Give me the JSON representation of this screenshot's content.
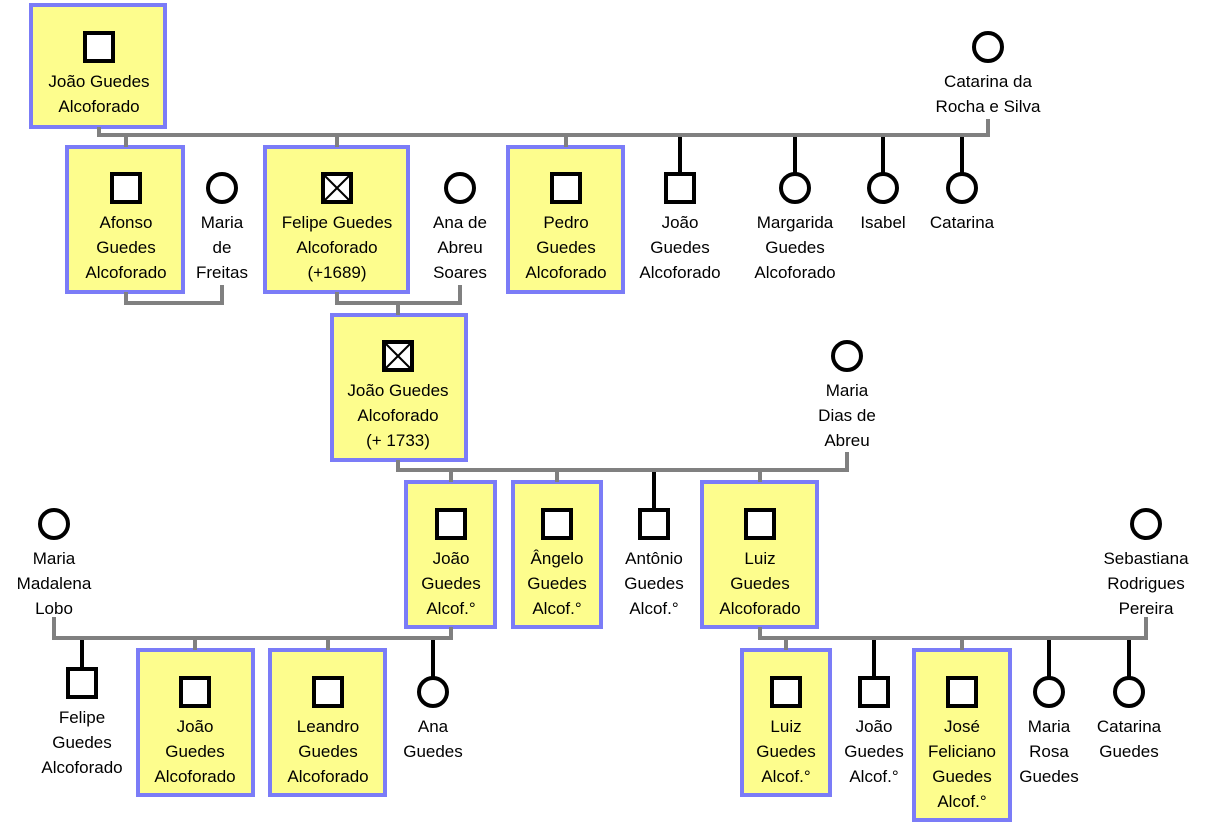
{
  "people": {
    "joao_guedes_alcoforado_1": [
      "João Guedes",
      "Alcoforado"
    ],
    "catarina_da_rocha_e_silva": [
      "Catarina da",
      "Rocha e Silva"
    ],
    "afonso": [
      "Afonso",
      "Guedes",
      "Alcoforado"
    ],
    "maria_de_freitas": [
      "Maria",
      "de",
      "Freitas"
    ],
    "felipe_1689": [
      "Felipe Guedes",
      "Alcoforado",
      "(+1689)"
    ],
    "ana_de_abreu_soares": [
      "Ana de",
      "Abreu",
      "Soares"
    ],
    "pedro": [
      "Pedro",
      "Guedes",
      "Alcoforado"
    ],
    "joao_g2": [
      "João",
      "Guedes",
      "Alcoforado"
    ],
    "margarida": [
      "Margarida",
      "Guedes",
      "Alcoforado"
    ],
    "isabel": [
      "Isabel"
    ],
    "catarina_g2": [
      "Catarina"
    ],
    "joao_1733": [
      "João Guedes",
      "Alcoforado",
      "(+ 1733)"
    ],
    "maria_dias_de_abreu": [
      "Maria",
      "Dias de",
      "Abreu"
    ],
    "joao_alcof": [
      "João",
      "Guedes",
      "Alcof.°"
    ],
    "angelo": [
      "Ângelo",
      "Guedes",
      "Alcof.°"
    ],
    "antonio": [
      "Antônio",
      "Guedes",
      "Alcof.°"
    ],
    "luiz": [
      "Luiz",
      "Guedes",
      "Alcoforado"
    ],
    "maria_madalena_lobo": [
      "Maria",
      "Madalena",
      "Lobo"
    ],
    "sebastiana": [
      "Sebastiana",
      "Rodrigues",
      "Pereira"
    ],
    "felipe_g4": [
      "Felipe",
      "Guedes",
      "Alcoforado"
    ],
    "joao_g4": [
      "João",
      "Guedes",
      "Alcoforado"
    ],
    "leandro": [
      "Leandro",
      "Guedes",
      "Alcoforado"
    ],
    "ana_guedes": [
      "Ana",
      "Guedes"
    ],
    "luiz_alcof": [
      "Luiz",
      "Guedes",
      "Alcof.°"
    ],
    "joao_alcof_g4": [
      "João",
      "Guedes",
      "Alcof.°"
    ],
    "jose_feliciano": [
      "José",
      "Feliciano",
      "Guedes",
      "Alcof.°"
    ],
    "maria_rosa": [
      "Maria",
      "Rosa",
      "Guedes"
    ],
    "catarina_guedes": [
      "Catarina",
      "Guedes"
    ]
  },
  "colors": {
    "highlight_fill": "#fdfd8d",
    "highlight_border": "#7b7cf7",
    "line": "#808080",
    "symbol": "#000000"
  }
}
